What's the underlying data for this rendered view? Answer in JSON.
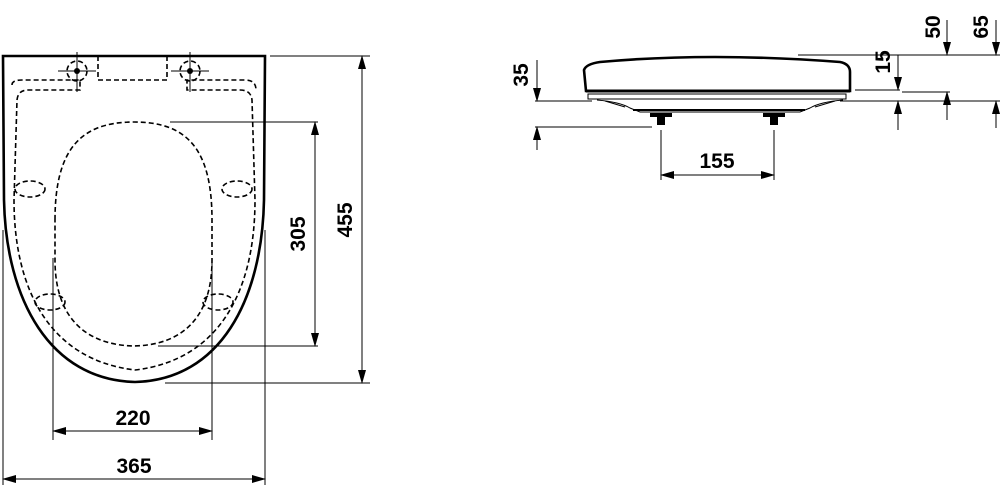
{
  "drawing": {
    "title": "Toilet seat technical dimension drawing",
    "views": [
      {
        "name": "top-view",
        "description": "Plan view of toilet seat with hinge positions"
      },
      {
        "name": "side-view",
        "description": "Side elevation of toilet seat with lid and hinges"
      }
    ],
    "units": "mm"
  },
  "top_view": {
    "overall_width": "365",
    "inner_width": "220",
    "overall_length": "455",
    "inner_opening_length": "305"
  },
  "side_view": {
    "hinge_spacing": "155",
    "hinge_height": "35",
    "lid_thickness": "15",
    "seat_height": "50",
    "total_height": "65"
  },
  "colors": {
    "line": "#000000",
    "background": "#ffffff"
  }
}
